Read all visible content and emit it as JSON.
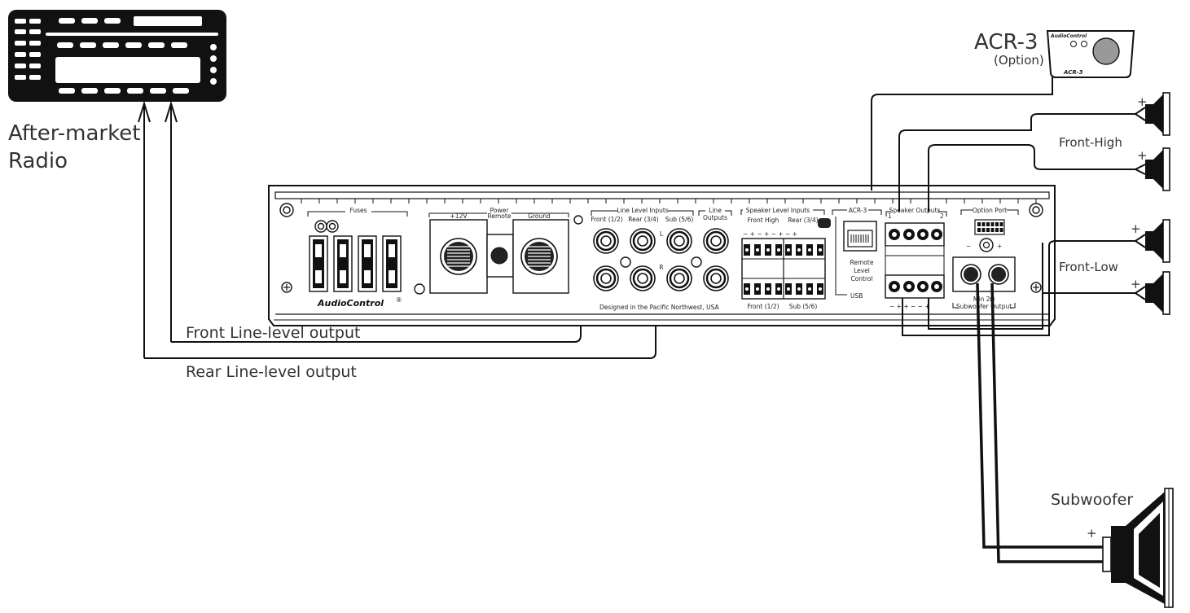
{
  "radio": {
    "label_line1": "After-market",
    "label_line2": "Radio"
  },
  "outputs": {
    "front_line_level": "Front Line-level output",
    "rear_line_level": "Rear Line-level output"
  },
  "acr": {
    "label": "ACR-3",
    "option": "(Option)",
    "badge": "ACR-3",
    "brand": "AudioControl"
  },
  "speakers": {
    "front_high": "Front-High",
    "front_low": "Front-Low",
    "subwoofer": "Subwoofer",
    "plus": "+"
  },
  "amp": {
    "brand": "AudioControl",
    "registered": "®",
    "designed": "Designed in the Pacific Northwest, USA",
    "fuses": "Fuses",
    "power": "Power",
    "plus12v": "+12V",
    "remote": "Remote",
    "ground": "Ground",
    "line_level_inputs": "Line Level Inputs",
    "front_12": "Front (1/2)",
    "rear_34": "Rear (3/4)",
    "sub_56": "Sub (5/6)",
    "line": "Line",
    "outputs": "Outputs",
    "L": "L",
    "R": "R",
    "speaker_level_inputs": "Speaker Level Inputs",
    "front_high": "Front High",
    "rear_34b": "Rear (3/4)",
    "front_12b": "Front (1/2)",
    "sub_56b": "Sub (5/6)",
    "acr3": "ACR-3",
    "remote_line1": "Remote",
    "remote_line2": "Level",
    "remote_line3": "Control",
    "usb": "USB",
    "speaker_outputs": "Speaker Outputs",
    "option_port": "Option Port",
    "min_ohm": "Min 2Ω",
    "subwoofer_output": "Subwoofer Output",
    "pin_signs_top": "− + − +    − + − +",
    "pin_signs_out": "− + + − − +",
    "ch1": "1",
    "ch2": "2",
    "minus": "−",
    "plus": "+"
  }
}
